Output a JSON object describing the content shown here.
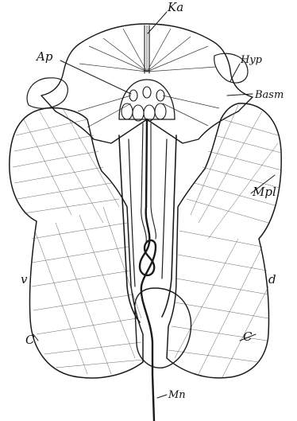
{
  "labels": {
    "ka": "Ka",
    "ap": "Ap",
    "hyp": "Hyp",
    "basm": "Basm",
    "mpl": "Mpl",
    "v": "v",
    "d": "d",
    "c_left": "C",
    "c_right": "C",
    "mn": "Mn"
  }
}
